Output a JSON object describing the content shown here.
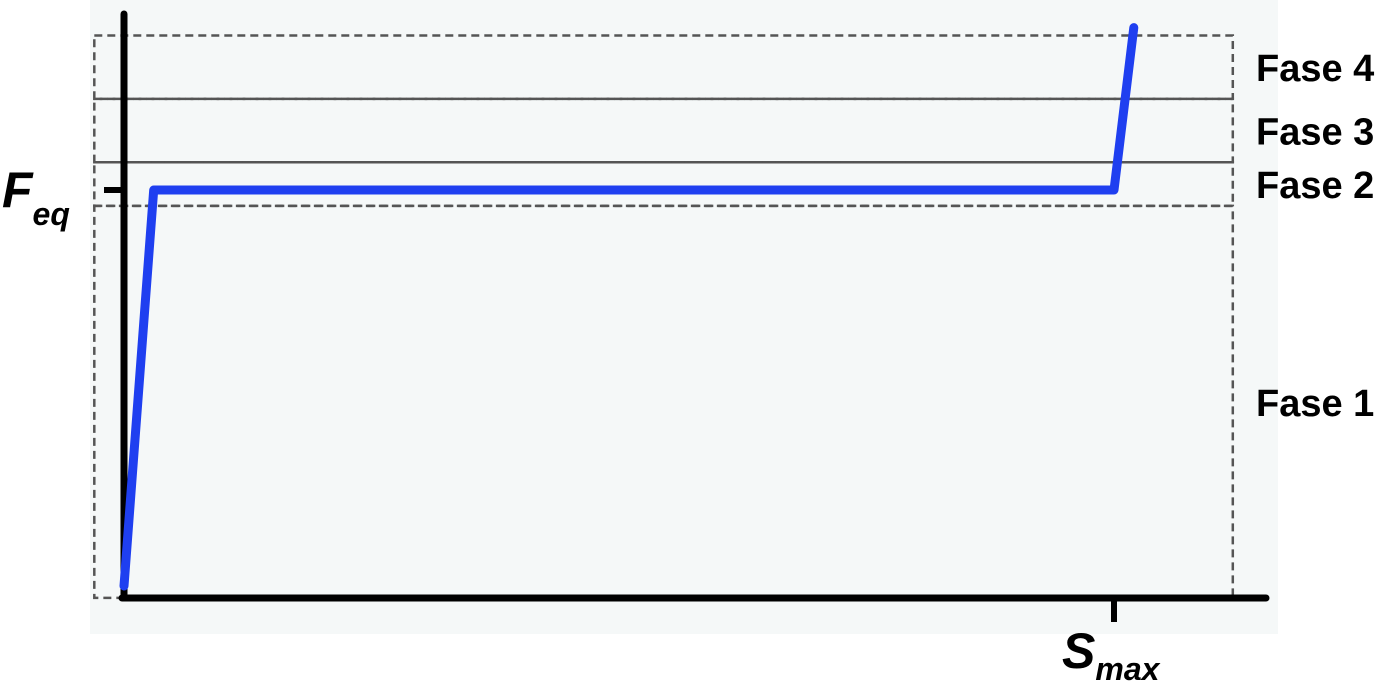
{
  "chart_data": {
    "type": "line",
    "title": "",
    "xlabel": "",
    "ylabel": "",
    "x_ticks": [
      {
        "main": "S",
        "sub": "max",
        "value": 1.0
      }
    ],
    "y_ticks": [
      {
        "main": "F",
        "sub": "eq",
        "value": 1.0
      }
    ],
    "xlim": [
      0,
      1.18
    ],
    "ylim": [
      0,
      1.42
    ],
    "series": [
      {
        "color": "#1f3ff0",
        "points": [
          {
            "x": 0.0,
            "y": 0.0
          },
          {
            "x": 0.03,
            "y": 1.0
          },
          {
            "x": 1.0,
            "y": 1.0
          },
          {
            "x": 1.02,
            "y": 1.41
          }
        ]
      }
    ],
    "phases": [
      {
        "label": "Fase 1",
        "y_from": -0.03,
        "y_to": 0.96
      },
      {
        "label": "Fase 2",
        "y_from": 0.96,
        "y_to": 1.07
      },
      {
        "label": "Fase 3",
        "y_from": 1.07,
        "y_to": 1.23
      },
      {
        "label": "Fase 4",
        "y_from": 1.23,
        "y_to": 1.39
      }
    ],
    "phase_box_x_range": [
      -0.03,
      1.12
    ],
    "grid": false,
    "legend": "none"
  },
  "colors": {
    "line": "#1f3ff0",
    "axes": "#000000",
    "phase_border": "#555555",
    "background": "#f5f8f8"
  }
}
